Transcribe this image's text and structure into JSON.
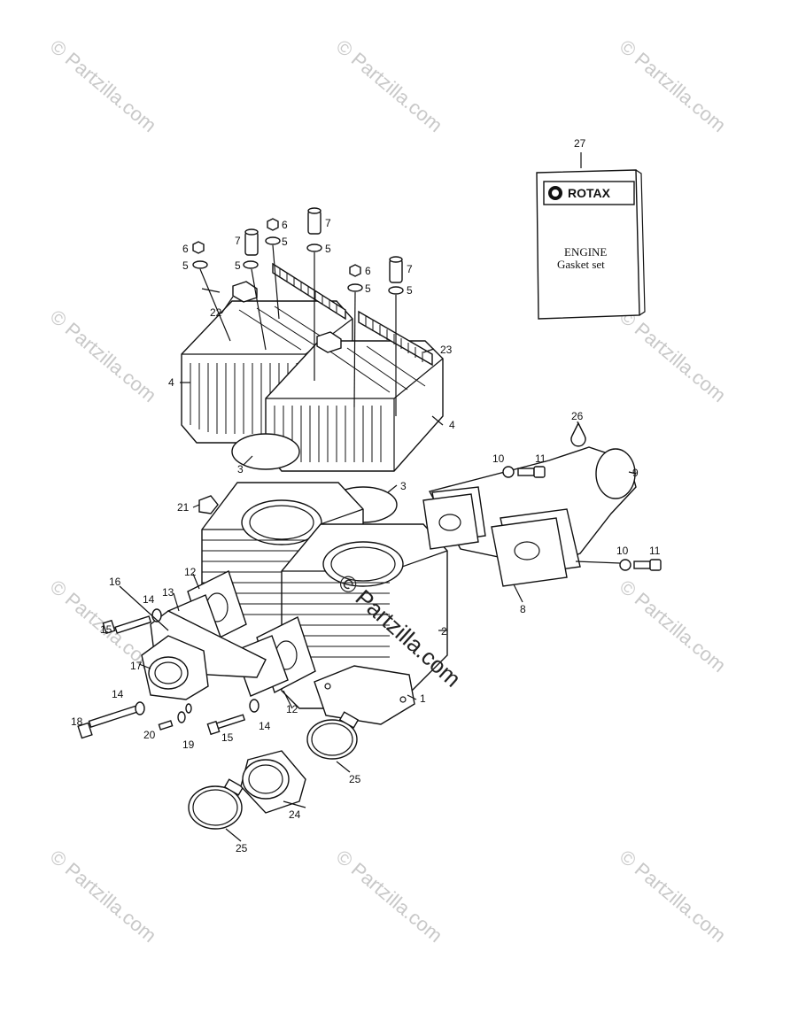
{
  "watermark": {
    "text": "© Partzilla.com"
  },
  "booklet": {
    "brand": "ROTAX",
    "line1": "ENGINE",
    "line2": "Gasket set"
  },
  "callouts": {
    "c1": "1",
    "c2": "2",
    "c3a": "3",
    "c3b": "3",
    "c4a": "4",
    "c4b": "4",
    "c5a": "5",
    "c5b": "5",
    "c5c": "5",
    "c5d": "5",
    "c6a": "6",
    "c6b": "6",
    "c6c": "6",
    "c7a": "7",
    "c7b": "7",
    "c7c": "7",
    "c8": "8",
    "c9": "9",
    "c10a": "10",
    "c10b": "10",
    "c11a": "11",
    "c11b": "11",
    "c12a": "12",
    "c12b": "12",
    "c13": "13",
    "c14a": "14",
    "c14b": "14",
    "c14c": "14",
    "c15a": "15",
    "c15b": "15",
    "c16": "16",
    "c17": "17",
    "c18": "18",
    "c19": "19",
    "c20": "20",
    "c21": "21",
    "c22": "22",
    "c23": "23",
    "c24": "24",
    "c25a": "25",
    "c25b": "25",
    "c26": "26",
    "c27": "27"
  }
}
